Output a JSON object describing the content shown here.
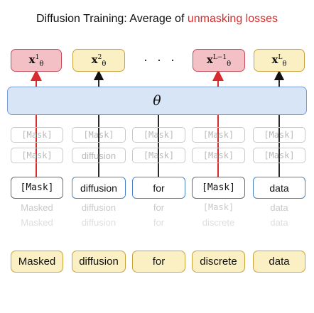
{
  "title": {
    "prefix": "Diffusion Training: Average of ",
    "highlight": "unmasking losses"
  },
  "colors": {
    "highlight": "#d92b2b",
    "red_arrow": "#d92b2b",
    "black_arrow": "#111111",
    "output_red_fill": "#f3c0c5",
    "output_yellow_fill": "#fbefc4",
    "model_fill": "#d7e5f6",
    "token_border": "#4b82c4",
    "mask_border": "#6b6b6b"
  },
  "outputs": [
    {
      "base": "x",
      "sup": "1",
      "sub": "θ",
      "highlight": true
    },
    {
      "base": "x",
      "sup": "2",
      "sub": "θ",
      "highlight": false
    },
    {
      "base": "x",
      "sup": "L−1",
      "sub": "θ",
      "highlight": true
    },
    {
      "base": "x",
      "sup": "L",
      "sub": "θ",
      "highlight": false
    }
  ],
  "ellipsis": "· · ·",
  "model_label": "θ",
  "ghost_rows": [
    [
      "[Mask]",
      "[Mask]",
      "[Mask]",
      "[Mask]",
      "[Mask]"
    ],
    [
      "[Mask]",
      "diffusion",
      "[Mask]",
      "[Mask]",
      "[Mask]"
    ]
  ],
  "noisy_sequence": [
    {
      "text": "[Mask]",
      "masked": true
    },
    {
      "text": "diffusion",
      "masked": false
    },
    {
      "text": "for",
      "masked": false
    },
    {
      "text": "[Mask]",
      "masked": true
    },
    {
      "text": "data",
      "masked": false
    }
  ],
  "fading_rows": [
    [
      "Masked",
      "diffusion",
      "for",
      "[Mask]",
      "data"
    ],
    [
      "Masked",
      "diffusion",
      "for",
      "discrete",
      "data"
    ]
  ],
  "clean_sequence": [
    "Masked",
    "diffusion",
    "for",
    "discrete",
    "data"
  ]
}
